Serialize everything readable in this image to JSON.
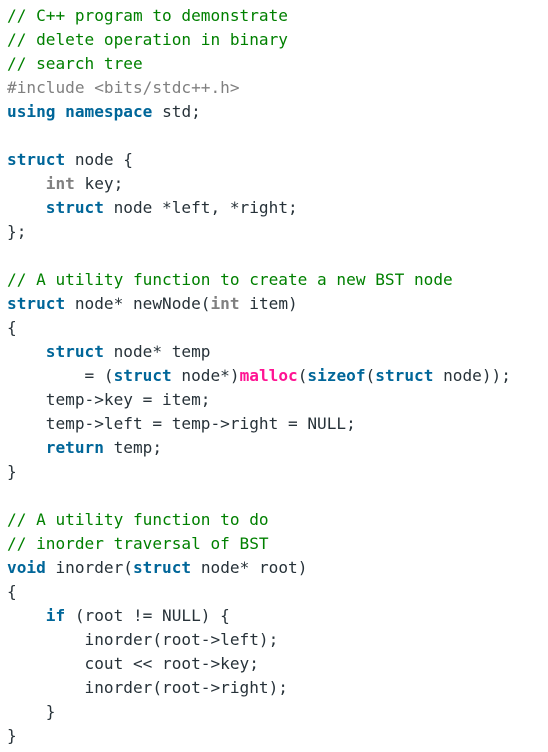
{
  "colors": {
    "background": "#ffffff",
    "plain": "#273239",
    "comment": "#008000",
    "keyword": "#006699",
    "type": "#808080",
    "preprocessor": "#808080",
    "builtin_function": "#ff1493"
  },
  "code_lines": [
    [
      {
        "t": "// C++ program to demonstrate",
        "k": "comment"
      }
    ],
    [
      {
        "t": "// delete operation in binary",
        "k": "comment"
      }
    ],
    [
      {
        "t": "// search tree",
        "k": "comment"
      }
    ],
    [
      {
        "t": "#include <bits/stdc++.h>",
        "k": "preproc"
      }
    ],
    [
      {
        "t": "using",
        "k": "keyword"
      },
      {
        "t": " ",
        "k": "plain"
      },
      {
        "t": "namespace",
        "k": "keyword"
      },
      {
        "t": " std;",
        "k": "plain"
      }
    ],
    [],
    [
      {
        "t": "struct",
        "k": "keyword"
      },
      {
        "t": " node {",
        "k": "plain"
      }
    ],
    [
      {
        "t": "    ",
        "k": "plain"
      },
      {
        "t": "int",
        "k": "type"
      },
      {
        "t": " key;",
        "k": "plain"
      }
    ],
    [
      {
        "t": "    ",
        "k": "plain"
      },
      {
        "t": "struct",
        "k": "keyword"
      },
      {
        "t": " node *left, *right;",
        "k": "plain"
      }
    ],
    [
      {
        "t": "};",
        "k": "plain"
      }
    ],
    [],
    [
      {
        "t": "// A utility function to create a new BST node",
        "k": "comment"
      }
    ],
    [
      {
        "t": "struct",
        "k": "keyword"
      },
      {
        "t": " node* newNode(",
        "k": "plain"
      },
      {
        "t": "int",
        "k": "type"
      },
      {
        "t": " item)",
        "k": "plain"
      }
    ],
    [
      {
        "t": "{",
        "k": "plain"
      }
    ],
    [
      {
        "t": "    ",
        "k": "plain"
      },
      {
        "t": "struct",
        "k": "keyword"
      },
      {
        "t": " node* temp",
        "k": "plain"
      }
    ],
    [
      {
        "t": "        = (",
        "k": "plain"
      },
      {
        "t": "struct",
        "k": "keyword"
      },
      {
        "t": " node*)",
        "k": "plain"
      },
      {
        "t": "malloc",
        "k": "func"
      },
      {
        "t": "(",
        "k": "plain"
      },
      {
        "t": "sizeof",
        "k": "keyword"
      },
      {
        "t": "(",
        "k": "plain"
      },
      {
        "t": "struct",
        "k": "keyword"
      },
      {
        "t": " node));",
        "k": "plain"
      }
    ],
    [
      {
        "t": "    temp->key = item;",
        "k": "plain"
      }
    ],
    [
      {
        "t": "    temp->left = temp->right = NULL;",
        "k": "plain"
      }
    ],
    [
      {
        "t": "    ",
        "k": "plain"
      },
      {
        "t": "return",
        "k": "keyword"
      },
      {
        "t": " temp;",
        "k": "plain"
      }
    ],
    [
      {
        "t": "}",
        "k": "plain"
      }
    ],
    [],
    [
      {
        "t": "// A utility function to do",
        "k": "comment"
      }
    ],
    [
      {
        "t": "// inorder traversal of BST",
        "k": "comment"
      }
    ],
    [
      {
        "t": "void",
        "k": "keyword"
      },
      {
        "t": " inorder(",
        "k": "plain"
      },
      {
        "t": "struct",
        "k": "keyword"
      },
      {
        "t": " node* root)",
        "k": "plain"
      }
    ],
    [
      {
        "t": "{",
        "k": "plain"
      }
    ],
    [
      {
        "t": "    ",
        "k": "plain"
      },
      {
        "t": "if",
        "k": "keyword"
      },
      {
        "t": " (root != NULL) {",
        "k": "plain"
      }
    ],
    [
      {
        "t": "        inorder(root->left);",
        "k": "plain"
      }
    ],
    [
      {
        "t": "        cout << root->key;",
        "k": "plain"
      }
    ],
    [
      {
        "t": "        inorder(root->right);",
        "k": "plain"
      }
    ],
    [
      {
        "t": "    }",
        "k": "plain"
      }
    ],
    [
      {
        "t": "}",
        "k": "plain"
      }
    ]
  ]
}
